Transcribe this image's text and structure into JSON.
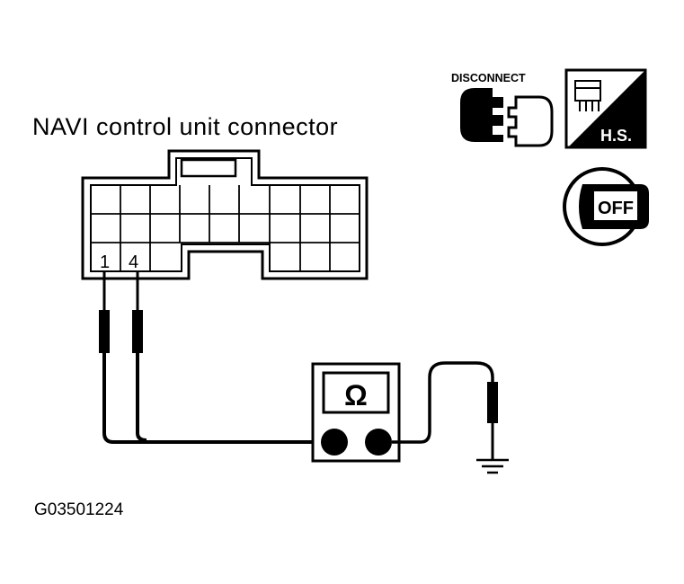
{
  "title": "NAVI control unit connector",
  "figure_id": "G03501224",
  "pins": [
    "1",
    "4"
  ],
  "meter_symbol": "Ω",
  "icons": {
    "disconnect_label": "DISCONNECT",
    "harness_side_label": "H.S.",
    "ignition_label": "OFF"
  }
}
